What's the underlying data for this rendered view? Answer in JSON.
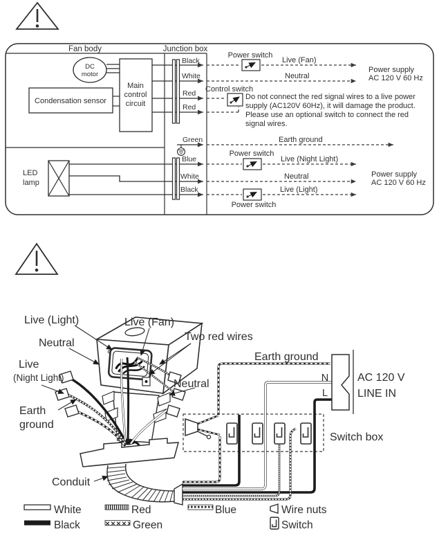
{
  "schematic": {
    "fan_body_label": "Fan body",
    "junction_box_label": "Junction box",
    "dc_motor": {
      "line1": "DC",
      "line2": "motor"
    },
    "condensation_sensor": "Condensation sensor",
    "main_control": {
      "line1": "Main",
      "line2": "control",
      "line3": "circuit"
    },
    "led_lamp": {
      "line1": "LED",
      "line2": "lamp"
    },
    "wires": {
      "black_top": "Black",
      "white_top": "White",
      "red1": "Red",
      "red2": "Red",
      "green": "Green",
      "blue": "Blue",
      "white_bottom": "White",
      "black_bottom": "Black"
    },
    "rows": {
      "live_fan": "Live (Fan)",
      "neutral_top": "Neutral",
      "earth_ground": "Earth ground",
      "live_night_light": "Live (Night Light)",
      "neutral_bottom": "Neutral",
      "live_light": "Live (Light)"
    },
    "switches": {
      "power_top": "Power switch",
      "control": "Control switch",
      "power_night": "Power switch",
      "power_light": "Power switch"
    },
    "power_supply_top": {
      "line1": "Power supply",
      "line2": "AC 120 V 60 Hz"
    },
    "power_supply_bottom": {
      "line1": "Power supply",
      "line2": "AC 120 V 60 Hz"
    },
    "warning_note": {
      "lines": [
        "Do not connect the red signal wires to a live power",
        "supply (AC120V 60Hz), it will damage the product.",
        "Please use an optional switch to connect the red",
        "signal wires."
      ]
    }
  },
  "installation": {
    "labels": {
      "live_light": "Live (Light)",
      "live_fan": "Live (Fan)",
      "neutral_left": "Neutral",
      "two_red_wires": "Two red wires",
      "live_night_light": {
        "line1": "Live",
        "line2": "(Night Light)"
      },
      "neutral_right": "Neutral",
      "earth_ground_left": {
        "line1": "Earth",
        "line2": "ground"
      },
      "earth_ground_top": "Earth ground",
      "line_in": {
        "n": "N",
        "l": "L",
        "line1": "AC 120 V",
        "line2": "LINE IN"
      },
      "switch_box": "Switch box",
      "conduit": "Conduit"
    }
  },
  "legend": {
    "white": "White",
    "black": "Black",
    "red": "Red",
    "green": "Green",
    "blue": "Blue",
    "wire_nuts": "Wire nuts",
    "switch": "Switch"
  }
}
